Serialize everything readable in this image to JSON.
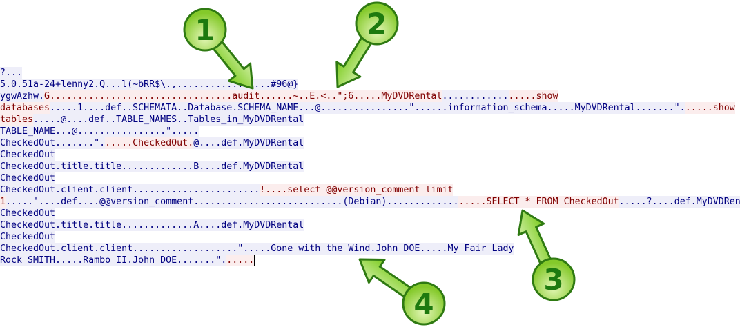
{
  "colors": {
    "client_bg": "#eeeef9",
    "client_fg": "#000080",
    "server_bg": "#fbeded",
    "server_fg": "#800000",
    "callout_green": "#7cc423"
  },
  "stream_lines": [
    [
      [
        "c",
        "?..."
      ]
    ],
    [
      [
        "c",
        "5.0.51a-24+lenny2.Q...l(~bRR$\\.,.................#96@}"
      ]
    ],
    [
      [
        "c",
        "ygwAzhw."
      ],
      [
        "s",
        "G.................................audit......~..E.<..\";6.....MyDVDRental"
      ],
      [
        "c",
        "............"
      ],
      [
        "s",
        ".....show"
      ]
    ],
    [
      [
        "s",
        "databases"
      ],
      [
        "c",
        ".....1....def..SCHEMATA..Database.SCHEMA_NAME...@................\"......information_schema.....MyDVDRental.......\"."
      ],
      [
        "s",
        ".....show"
      ]
    ],
    [
      [
        "s",
        "tables"
      ],
      [
        "c",
        ".....@....def..TABLE_NAMES..Tables_in_MyDVDRental"
      ]
    ],
    [
      [
        "c",
        "TABLE_NAME...@................\"....."
      ]
    ],
    [
      [
        "c",
        "CheckedOut.......\"."
      ],
      [
        "s",
        ".....CheckedOut."
      ],
      [
        "c",
        "@....def.MyDVDRental"
      ]
    ],
    [
      [
        "c",
        "CheckedOut"
      ]
    ],
    [
      [
        "c",
        "CheckedOut.title.title.............B....def.MyDVDRental"
      ]
    ],
    [
      [
        "c",
        "CheckedOut"
      ]
    ],
    [
      [
        "c",
        "CheckedOut.client.client......................."
      ],
      [
        "s",
        "!....select @@version_comment limit"
      ]
    ],
    [
      [
        "s",
        "1"
      ],
      [
        "c",
        ".....'....def....@@version_comment...........................(Debian)............."
      ],
      [
        "s",
        ".....SELECT * FROM CheckedOut"
      ],
      [
        "c",
        ".....?....def.MyDVDRental"
      ]
    ],
    [
      [
        "c",
        "CheckedOut"
      ]
    ],
    [
      [
        "c",
        "CheckedOut.title.title.............A....def.MyDVDRental"
      ]
    ],
    [
      [
        "c",
        "CheckedOut"
      ]
    ],
    [
      [
        "c",
        "CheckedOut.client.client...................\".....Gone with the Wind.John DOE.....My Fair Lady"
      ]
    ],
    [
      [
        "c",
        "Rock SMITH.....Rambo II.John DOE.......\"."
      ],
      [
        "s",
        "....."
      ]
    ]
  ],
  "callouts": [
    {
      "label": "1"
    },
    {
      "label": "2"
    },
    {
      "label": "3"
    },
    {
      "label": "4"
    }
  ]
}
